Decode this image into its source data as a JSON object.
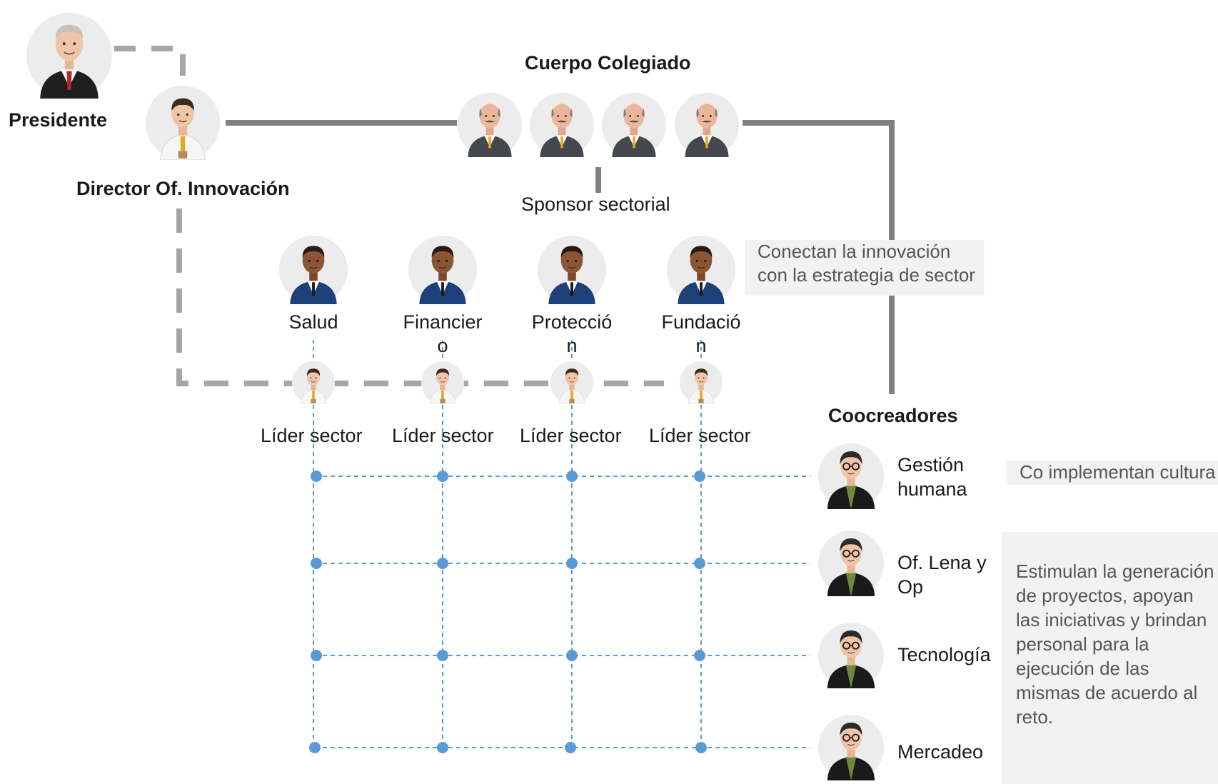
{
  "colors": {
    "solid_line": "#808080",
    "dashed_line": "#a6a6a6",
    "grid": "#5b9bd5",
    "description_bg": "#f2f2f2",
    "description_text": "#555555"
  },
  "president": {
    "label": "Presidente",
    "icon": "president-avatar-icon"
  },
  "director": {
    "label": "Director Of. Innovación",
    "icon": "director-avatar-icon"
  },
  "board": {
    "title": "Cuerpo Colegiado",
    "members": 4,
    "icon": "board-member-avatar-icon",
    "sponsor_label": "Sponsor sectorial"
  },
  "sectors": [
    {
      "name": "Salud",
      "leader_label": "Líder sector"
    },
    {
      "name": "Financiero",
      "leader_label": "Líder sector"
    },
    {
      "name": "Protección",
      "leader_label": "Líder sector"
    },
    {
      "name": "Fundación",
      "leader_label": "Líder sector"
    }
  ],
  "sector_descriptor": "Conectan la innovación con la estrategia de sector",
  "cocreators": {
    "title": "Coocreadores",
    "items": [
      {
        "label": "Gestión humana"
      },
      {
        "label": "Of. Lena y Op"
      },
      {
        "label": "Tecnología"
      },
      {
        "label": "Mercadeo"
      }
    ]
  },
  "culture_note": "Co implementan cultura",
  "cocreator_note": "Estimulan la generación de proyectos, apoyan las iniciativas y brindan personal para la ejecución de las mismas de acuerdo al reto."
}
